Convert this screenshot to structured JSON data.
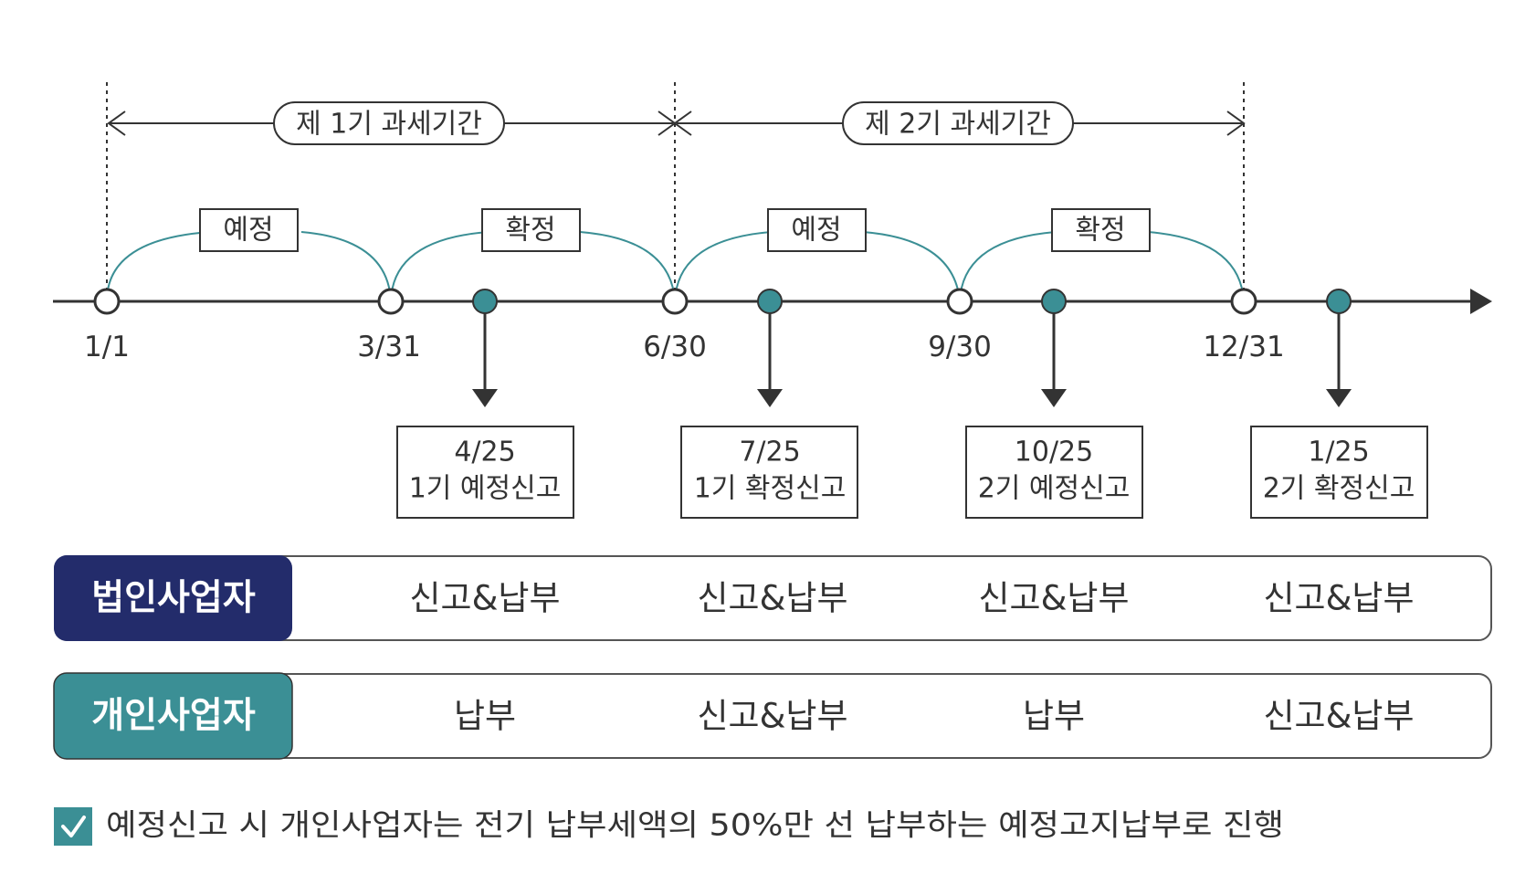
{
  "colors": {
    "line": "#333333",
    "teal": "#3b8f95",
    "navy": "#232c6b",
    "text": "#333333",
    "white": "#ffffff"
  },
  "periods": [
    {
      "label": "제 1기 과세기간"
    },
    {
      "label": "제 2기 과세기간"
    }
  ],
  "arcs": [
    {
      "label": "예정"
    },
    {
      "label": "확정"
    },
    {
      "label": "예정"
    },
    {
      "label": "확정"
    }
  ],
  "dates": [
    "1/1",
    "3/31",
    "6/30",
    "9/30",
    "12/31"
  ],
  "deadlines": [
    {
      "date": "4/25",
      "label": "1기 예정신고"
    },
    {
      "date": "7/25",
      "label": "1기 확정신고"
    },
    {
      "date": "10/25",
      "label": "2기 예정신고"
    },
    {
      "date": "1/25",
      "label": "2기 확정신고"
    }
  ],
  "rows": [
    {
      "label": "법인사업자",
      "cells": [
        "신고&납부",
        "신고&납부",
        "신고&납부",
        "신고&납부"
      ]
    },
    {
      "label": "개인사업자",
      "cells": [
        "납부",
        "신고&납부",
        "납부",
        "신고&납부"
      ]
    }
  ],
  "note": {
    "icon": "check-icon",
    "text": "예정신고 시 개인사업자는 전기 납부세액의 50%만 선 납부하는 예정고지납부로 진행"
  }
}
